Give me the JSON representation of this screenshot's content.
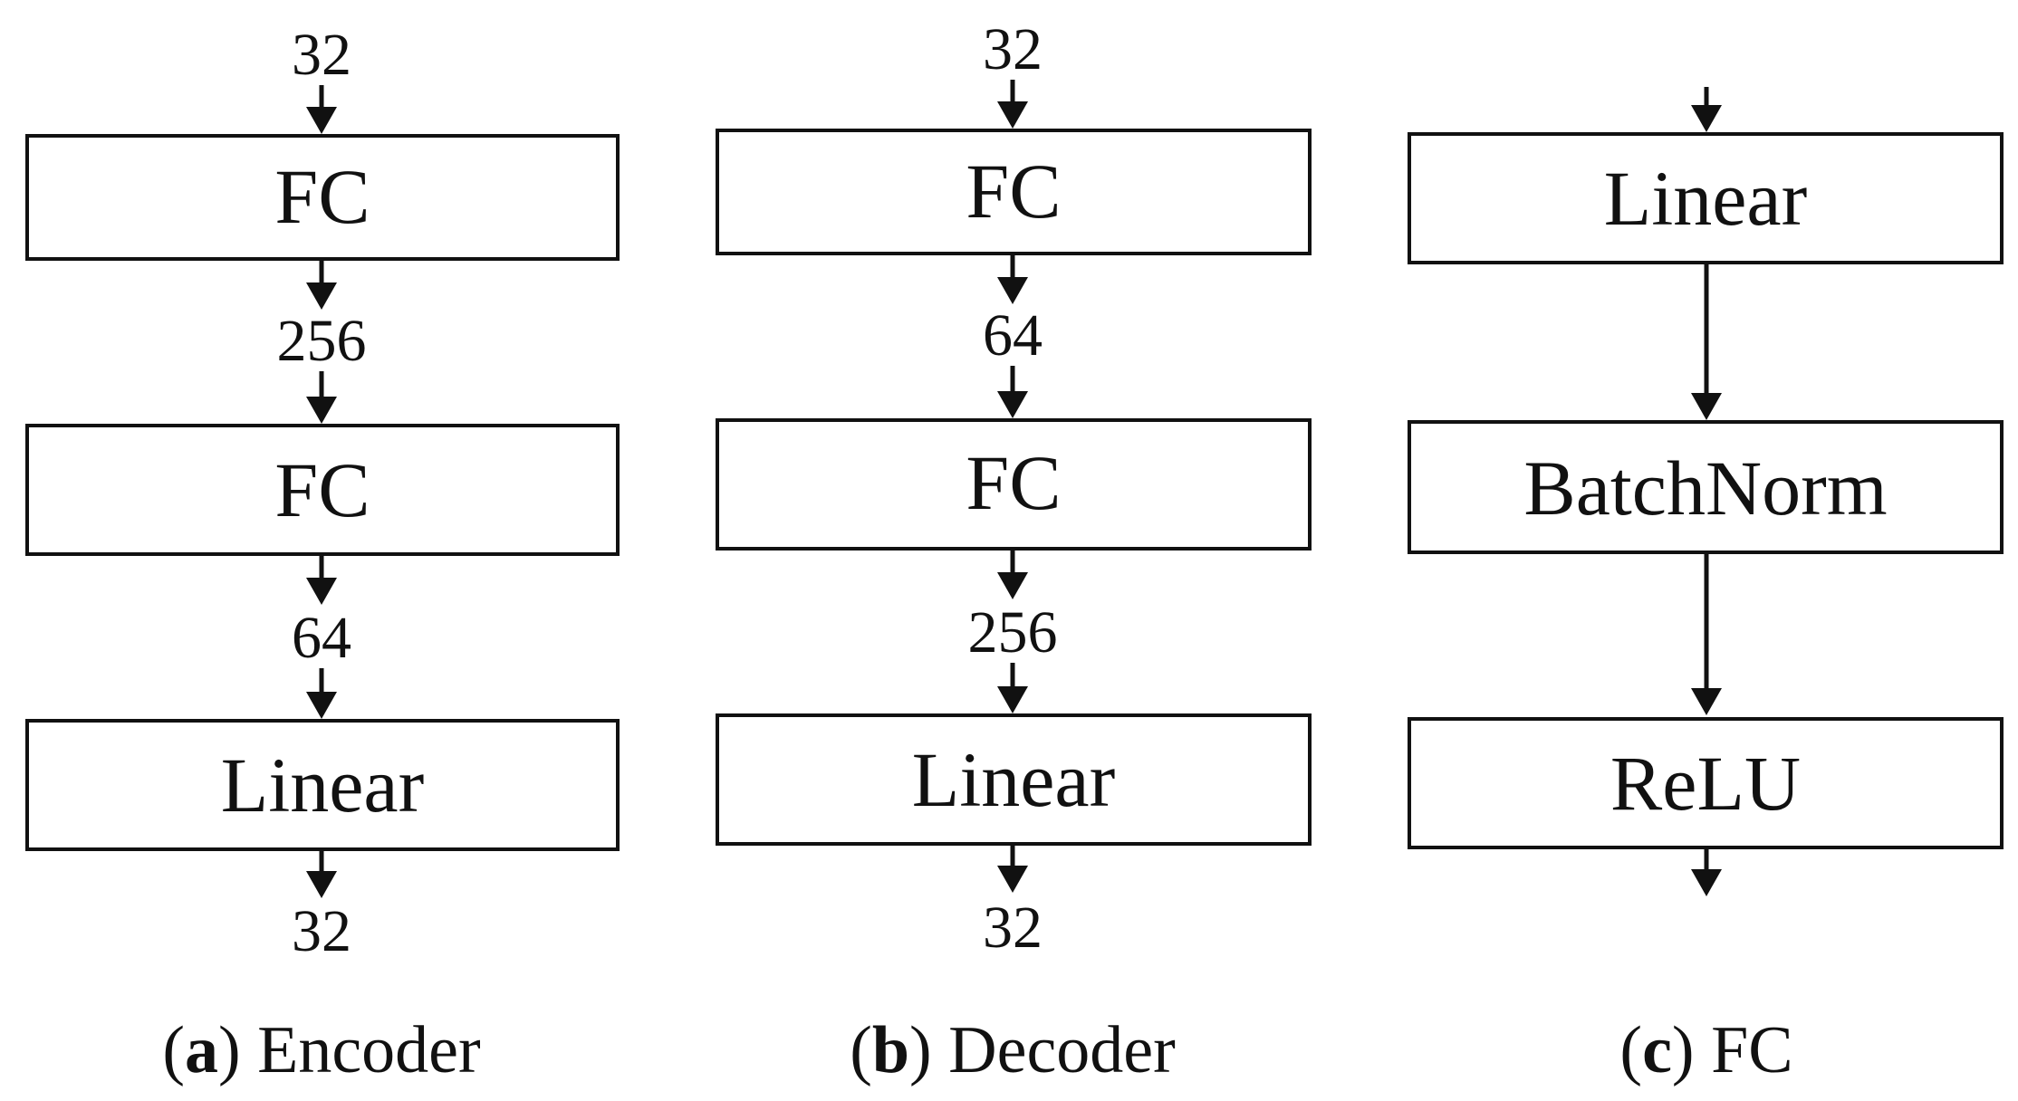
{
  "panels": {
    "encoder": {
      "caption_open": "(",
      "caption_letter": "a",
      "caption_rest": ") Encoder",
      "dims": [
        "32",
        "256",
        "64",
        "32"
      ],
      "blocks": [
        "FC",
        "FC",
        "Linear"
      ]
    },
    "decoder": {
      "caption_open": "(",
      "caption_letter": "b",
      "caption_rest": ") Decoder",
      "dims": [
        "32",
        "64",
        "256",
        "32"
      ],
      "blocks": [
        "FC",
        "FC",
        "Linear"
      ]
    },
    "fc": {
      "caption_open": "(",
      "caption_letter": "c",
      "caption_rest": ") FC",
      "blocks": [
        "Linear",
        "BatchNorm",
        "ReLU"
      ]
    }
  },
  "colors": {
    "stroke": "#111111",
    "background": "#ffffff"
  }
}
